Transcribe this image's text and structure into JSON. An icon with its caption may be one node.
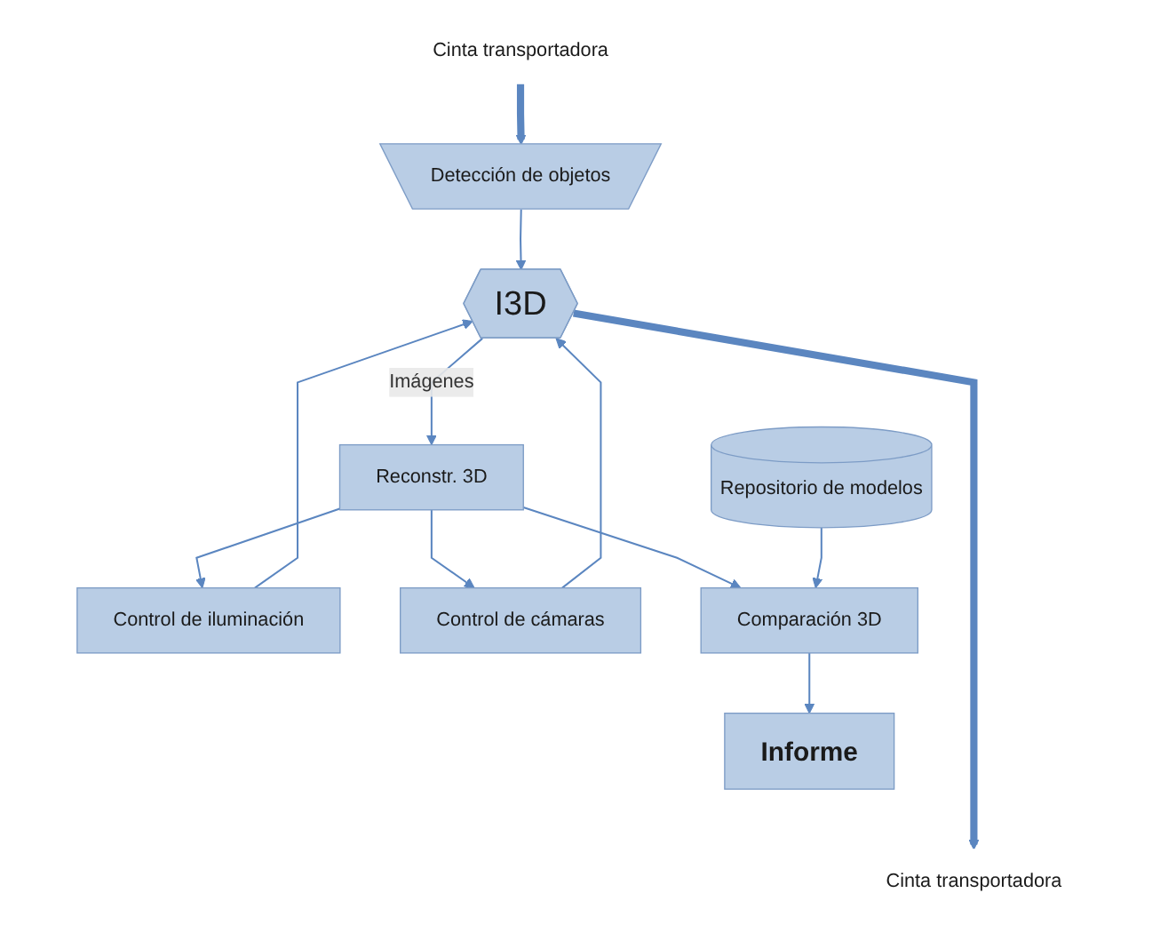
{
  "diagram": {
    "nodes": [
      {
        "text": [
          "Cinta transportadora"
        ]
      },
      {
        "text": [
          "Detección de objetos"
        ]
      },
      {
        "text": [
          "I3D"
        ]
      },
      {
        "text": [
          "Control de iluminación"
        ]
      },
      {
        "text": [
          "Control de cámaras"
        ]
      },
      {
        "text": [
          "Reconstr. 3D"
        ]
      },
      {
        "text": [
          "Repositorio de modelos"
        ]
      },
      {
        "text": [
          "Comparación 3D"
        ]
      },
      {
        "text": [
          "Informe"
        ]
      },
      {
        "text": [
          "Cinta transportadora"
        ]
      }
    ],
    "edges": [
      {
        "from": 0,
        "to": 1,
        "arrow": "to",
        "style": "thick"
      },
      {
        "from": 1,
        "to": 2,
        "arrow": "to"
      },
      {
        "from": 2,
        "to": 5,
        "arrow": "to",
        "label": "Imágenes"
      },
      {
        "from": 5,
        "to": 3,
        "arrow": "to"
      },
      {
        "from": 5,
        "to": 4,
        "arrow": "to"
      },
      {
        "from": 3,
        "to": 2,
        "arrow": "to"
      },
      {
        "from": 4,
        "to": 2,
        "arrow": "to"
      },
      {
        "from": 5,
        "to": 7,
        "arrow": "to"
      },
      {
        "from": 6,
        "to": 7,
        "arrow": "to"
      },
      {
        "from": 7,
        "to": 8,
        "arrow": "to"
      },
      {
        "from": 2,
        "to": 9,
        "arrow": "to",
        "style": "thick"
      }
    ]
  }
}
